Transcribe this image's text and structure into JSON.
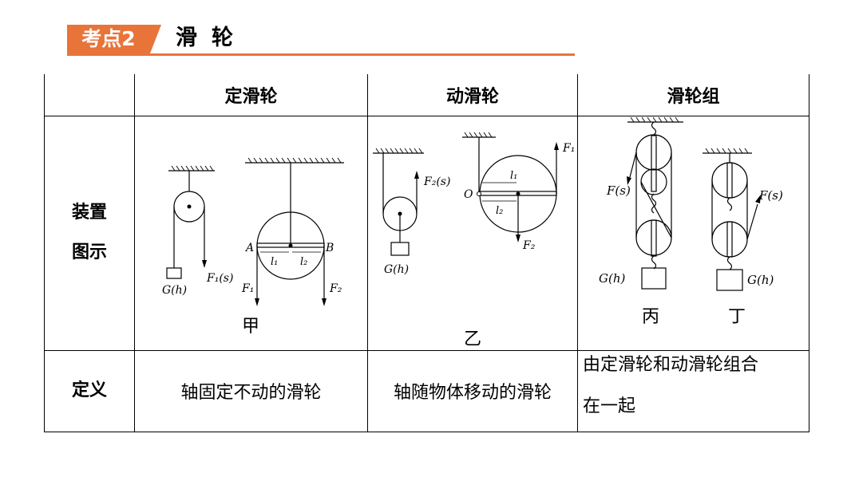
{
  "header": {
    "badge": "考点2",
    "title": "滑轮"
  },
  "table": {
    "columns": [
      "定滑轮",
      "动滑轮",
      "滑轮组"
    ],
    "rows": {
      "diagram_label_line1": "装置",
      "diagram_label_line2": "图示",
      "definition_label": "定义"
    },
    "definitions": {
      "fixed": "轴固定不动的滑轮",
      "movable": "轴随物体移动的滑轮",
      "combined_line1": "由定滑轮和动滑轮组合",
      "combined_line2": "在一起"
    }
  },
  "figures": {
    "jia": "甲",
    "yi": "乙",
    "bing": "丙",
    "ding": "丁",
    "labels": {
      "F1s": "F₁(s)",
      "F2s": "F₂(s)",
      "Gh": "G(h)",
      "F1": "F₁",
      "F2": "F₂",
      "A": "A",
      "B": "B",
      "O": "O",
      "l1": "l₁",
      "l2": "l₂",
      "Fs": "F(s)"
    }
  },
  "colors": {
    "accent": "#e8743a"
  }
}
